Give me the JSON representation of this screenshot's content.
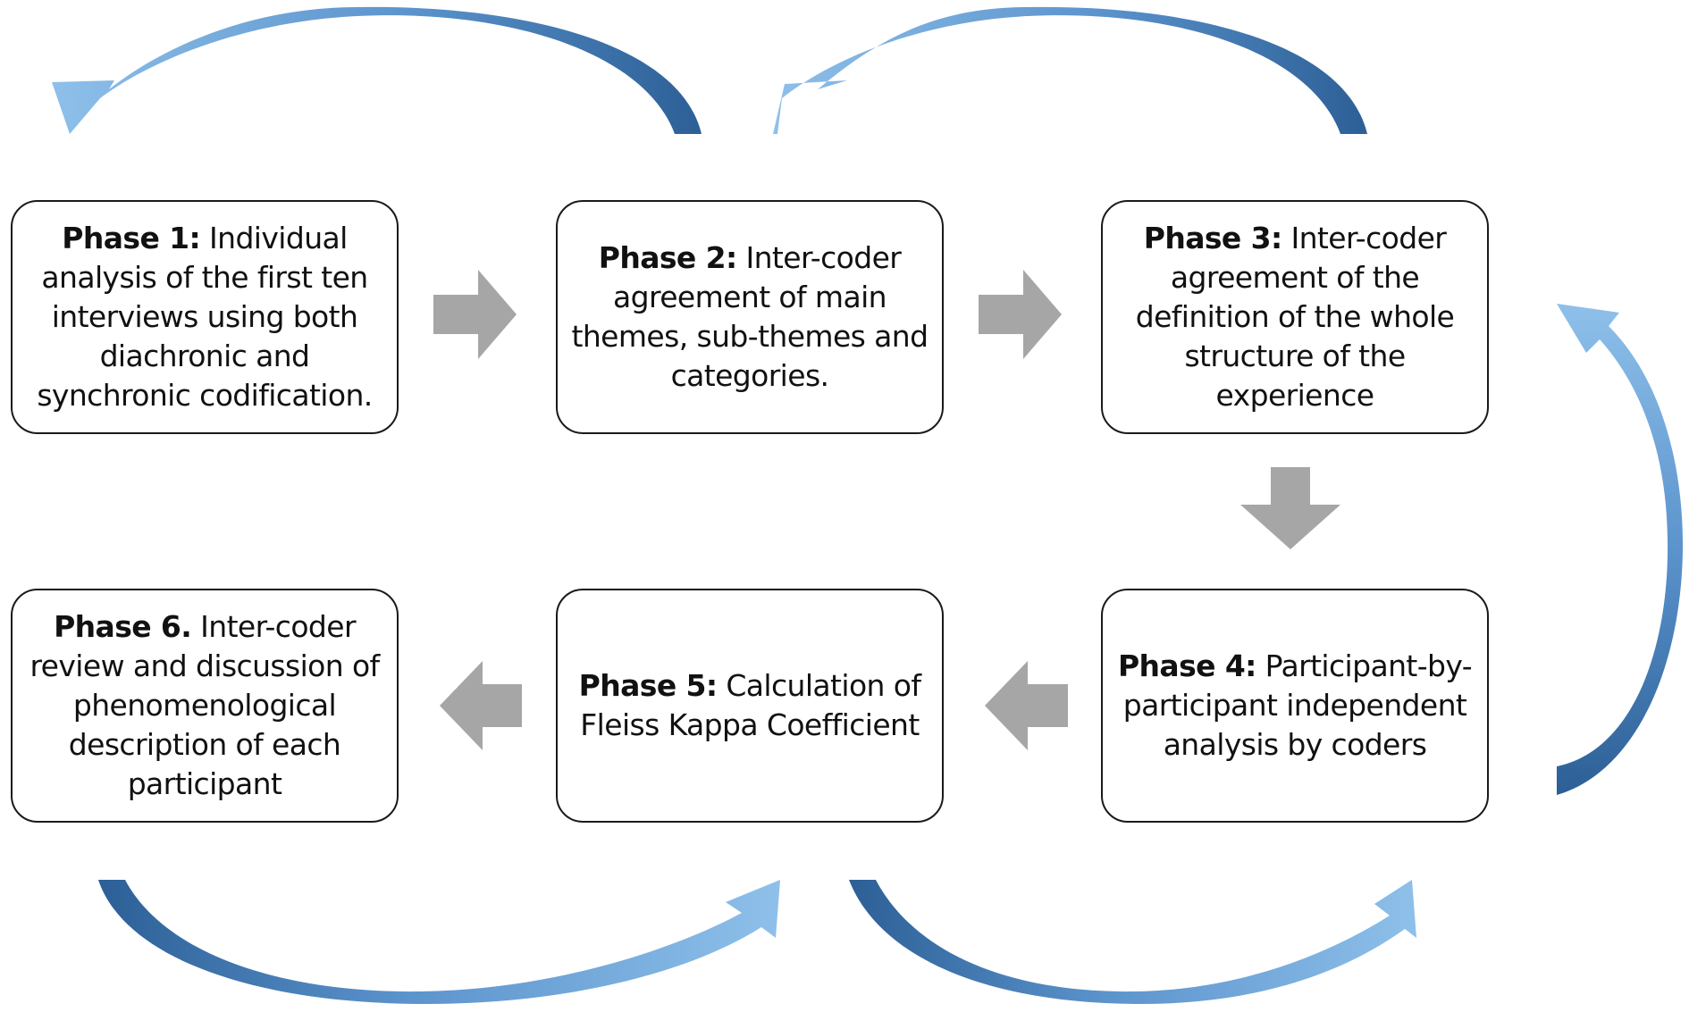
{
  "phases": [
    {
      "title": "Phase 1:",
      "text": "Individual analysis of the first ten interviews using both diachronic and synchronic codification."
    },
    {
      "title": "Phase 2:",
      "text": "Inter-coder agreement of main themes, sub-themes and categories."
    },
    {
      "title": "Phase 3:",
      "text": "Inter-coder agreement of the definition of the whole structure of the experience"
    },
    {
      "title": "Phase 4:",
      "text": "Participant-by-participant independent analysis by coders"
    },
    {
      "title": "Phase 5:",
      "text": "Calculation of Fleiss Kappa Coefficient"
    },
    {
      "title": "Phase 6.",
      "text": "Inter-coder review and discussion of phenomenological description of each participant"
    }
  ],
  "colors": {
    "box_border": "#1a1a1a",
    "flow_arrow": "#a6a6a6",
    "curved_arrow_light": "#7eb0de",
    "curved_arrow_dark": "#2f659e"
  }
}
